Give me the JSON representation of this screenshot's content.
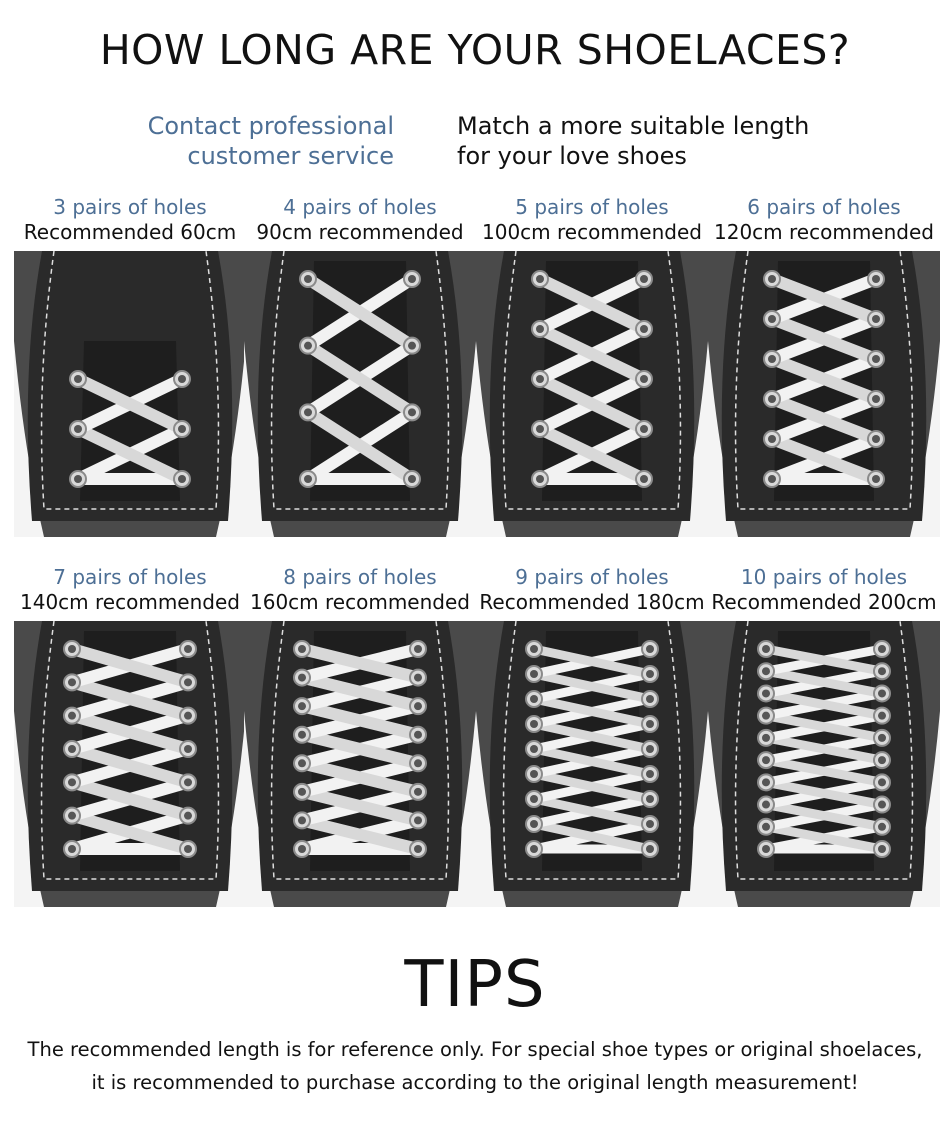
{
  "header": {
    "title": "HOW LONG ARE YOUR SHOELACES?",
    "contact_line1": "Contact professional",
    "contact_line2": "customer service",
    "match_line1": "Match a more suitable length",
    "match_line2": "for your love shoes"
  },
  "cards": [
    {
      "pairs_label": "3 pairs of holes",
      "recommendation": "Recommended 60cm",
      "pairs": 3
    },
    {
      "pairs_label": "4 pairs of holes",
      "recommendation": "90cm recommended",
      "pairs": 4
    },
    {
      "pairs_label": "5 pairs of holes",
      "recommendation": "100cm recommended",
      "pairs": 5
    },
    {
      "pairs_label": "6 pairs of holes",
      "recommendation": "120cm recommended",
      "pairs": 6
    },
    {
      "pairs_label": "7 pairs of holes",
      "recommendation": "140cm recommended",
      "pairs": 7
    },
    {
      "pairs_label": "8 pairs of holes",
      "recommendation": "160cm recommended",
      "pairs": 8
    },
    {
      "pairs_label": "9 pairs of holes",
      "recommendation": "Recommended 180cm",
      "pairs": 9
    },
    {
      "pairs_label": "10 pairs of holes",
      "recommendation": "Recommended 200cm",
      "pairs": 10
    }
  ],
  "tips": {
    "heading": "TIPS",
    "line1": "The recommended length is for reference only. For special shoe types or original shoelaces,",
    "line2": "it is recommended to purchase according to the original length measurement!"
  },
  "colors": {
    "accent_blue": "#4d6f95",
    "shoe_background": "#4a4a4a",
    "shoe_canvas": "#2a2a2a",
    "lace": "#f2f2f2"
  }
}
